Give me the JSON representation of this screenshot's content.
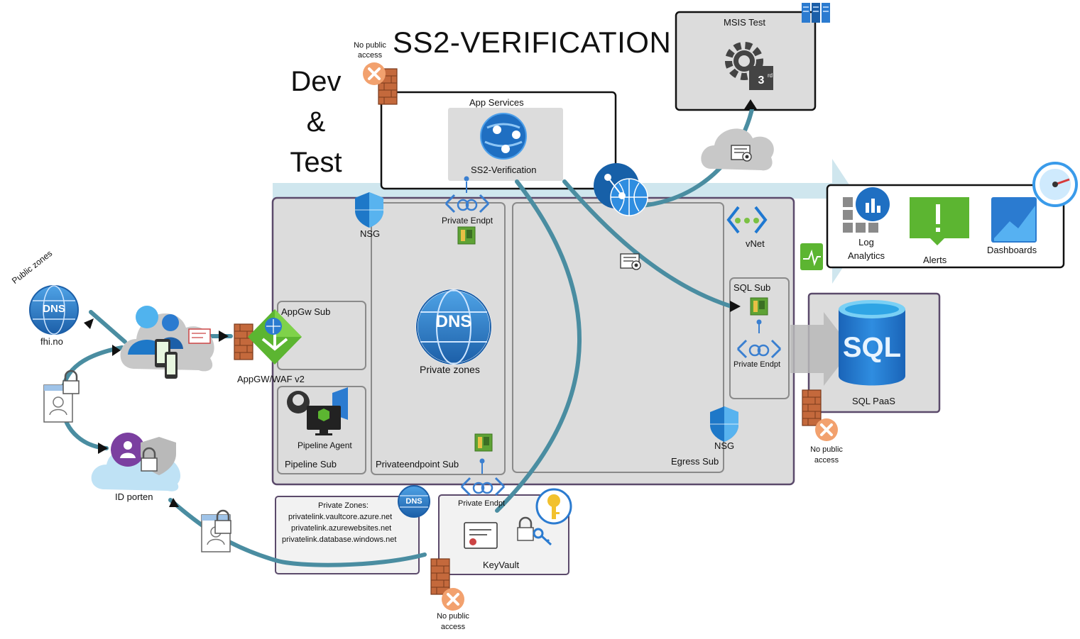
{
  "title": "SS2-VERIFICATION",
  "environment": [
    "Dev",
    "&",
    "Test"
  ],
  "app_services": {
    "label": "App Services",
    "app": "SS2-Verification"
  },
  "msis": {
    "label": "MSIS Test"
  },
  "no_public_access": "No public access",
  "private_endpoint": "Private Endpt",
  "nsg": "NSG",
  "vnet": "vNet",
  "appgw_sub": "AppGw Sub",
  "pipeline_sub": "Pipeline Sub",
  "pipeline_agent": "Pipeline Agent",
  "privateendpoint_sub": "Privateendpoint Sub",
  "private_zones_dns": "Private zones",
  "egress_sub": "Egress Sub",
  "sql_sub": "SQL Sub",
  "sql_paas": "SQL PaaS",
  "sql_text": "SQL",
  "dns_text": "DNS",
  "public_zones": "Public zones",
  "fhi": "fhi.no",
  "appgw": "AppGW/WAF v2",
  "id_porten": "ID porten",
  "keyvault": "KeyVault",
  "private_zones_box": {
    "title": "Private Zones:",
    "lines": [
      "privatelink.vaultcore.azure.net",
      "privatelink.azurewebsites.net",
      "privatelink.database.windows.net"
    ]
  },
  "monitoring": {
    "log_analytics": [
      "Log",
      "Analytics"
    ],
    "alerts": "Alerts",
    "dashboards": "Dashboards"
  },
  "icons": [
    "firewall-icon",
    "dns-icon",
    "app-service-icon",
    "gear-3rd-party-icon",
    "cloud-icon",
    "certificate-icon",
    "shield-icon",
    "vnet-icon",
    "monitor-icon",
    "sql-database-icon",
    "keyvault-icon",
    "key-icon",
    "users-icon",
    "github-icon",
    "devops-icon",
    "server-icon",
    "gauge-icon"
  ],
  "colors": {
    "connector": "#4a8da1",
    "subnet_fill": "#dcdcdc",
    "vnet_border": "#5b4a6b",
    "azure_blue": "#1f6fc2",
    "alert_green": "#5cb531",
    "firewall_orange": "#c96a3a"
  }
}
